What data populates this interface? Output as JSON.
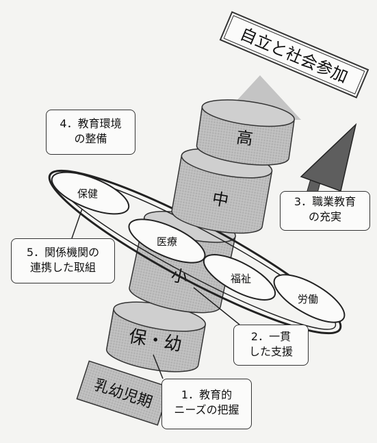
{
  "banner": "自立と社会参加",
  "stages": {
    "high": "高",
    "middle": "中",
    "elementary": "小",
    "preschool": "保・幼",
    "infancy": "乳幼児期"
  },
  "ring_agencies": [
    "保健",
    "医療",
    "福祉",
    "労働"
  ],
  "callouts": {
    "c1": [
      "1．教育的",
      "ニーズの把握"
    ],
    "c2": [
      "2．一貫",
      "した支援"
    ],
    "c3": [
      "3．職業教育",
      "の充実"
    ],
    "c4": [
      "4．教育環境",
      "の整備"
    ],
    "c5": [
      "5．関係機関の",
      "連携した取組"
    ]
  },
  "colors": {
    "stage_fill": "#bdbdbd",
    "stage_top": "#cfcfcf",
    "arrow_light": "#c4c4c4",
    "arrow_dark": "#5e5e5e",
    "line": "#222222"
  }
}
